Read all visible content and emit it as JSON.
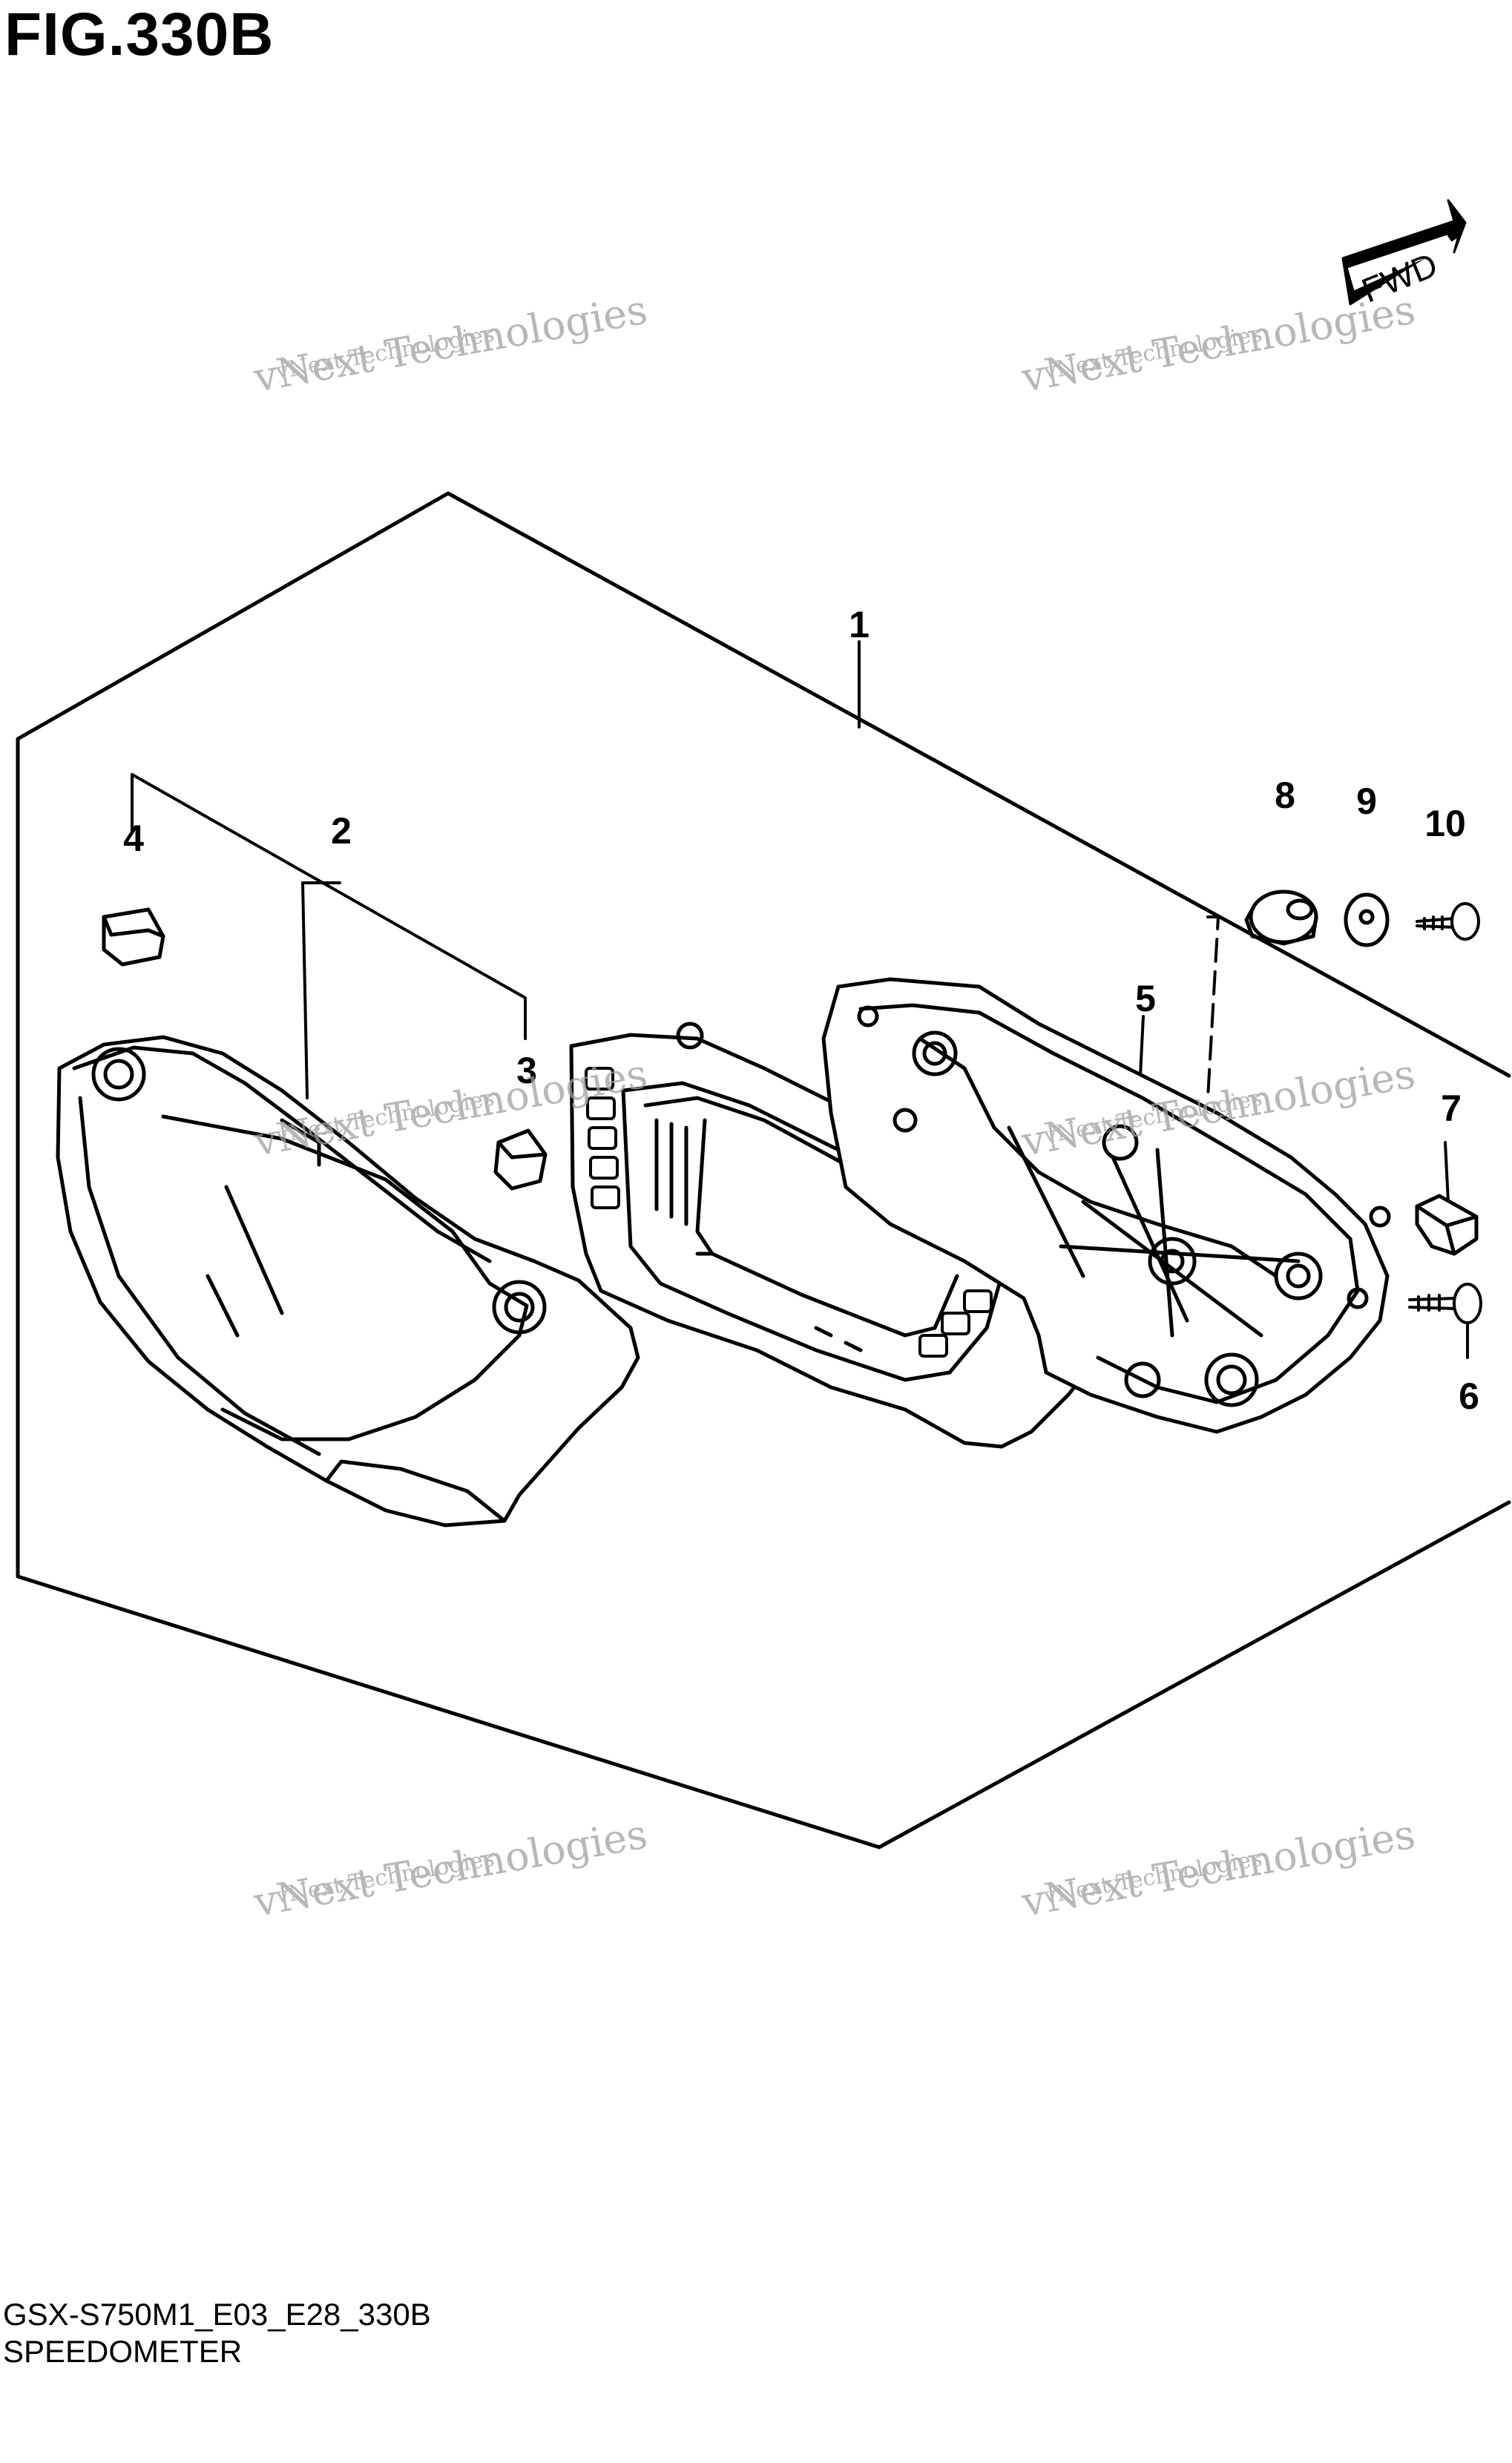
{
  "figure": {
    "title": "FIG.330B",
    "model_code": "GSX-S750M1_E03_E28_330B",
    "section_name": "SPEEDOMETER"
  },
  "direction_arrow": {
    "label": "FWD"
  },
  "callouts": [
    "1",
    "2",
    "3",
    "4",
    "5",
    "6",
    "7",
    "8",
    "9",
    "10"
  ],
  "watermark": {
    "line1": "vNext Technologies",
    "line2": "vNext Technologies"
  }
}
